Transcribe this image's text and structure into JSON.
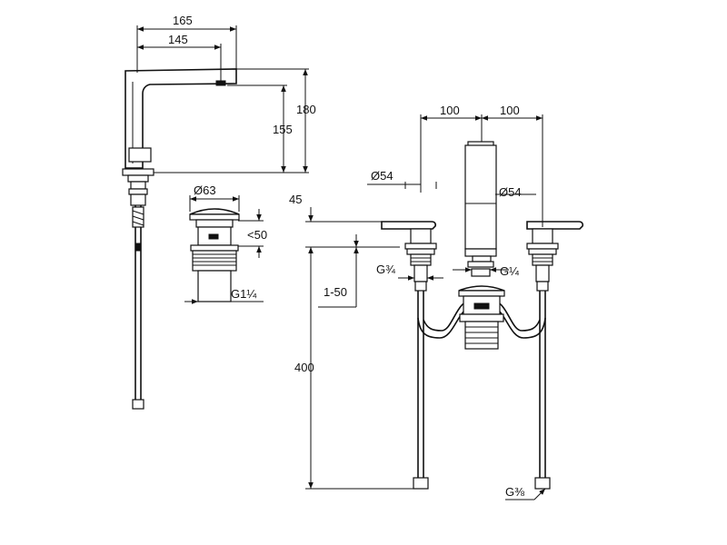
{
  "dimensions": {
    "side_width_total": "165",
    "side_width_spout": "145",
    "side_height_total": "180",
    "side_height_spout": "155",
    "waste_diameter": "Ø63",
    "waste_lift": "<50",
    "waste_thread": "G1¼",
    "front_spacing_left": "100",
    "front_spacing_right": "100",
    "handle_diameter": "Ø54",
    "spout_diameter": "Ø54",
    "deck_offset": "45",
    "deck_thickness": "1-50",
    "hose_length": "400",
    "valve_thread": "G¾",
    "waste_rod_thread": "G¼",
    "supply_thread": "G⅜"
  },
  "colors": {
    "line": "#111111",
    "background": "#ffffff"
  }
}
